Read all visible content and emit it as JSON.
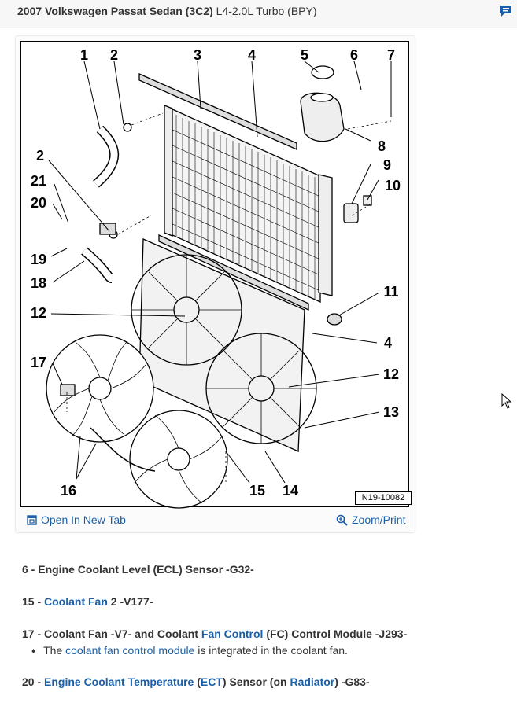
{
  "header": {
    "title_bold": "2007 Volkswagen Passat Sedan (3C2)",
    "title_rest": " L4-2.0L Turbo (BPY)",
    "chat_icon": "chat-bubble-icon"
  },
  "figure": {
    "code": "N19-10082",
    "callouts": [
      "1",
      "2",
      "3",
      "4",
      "5",
      "6",
      "7",
      "8",
      "2",
      "9",
      "10",
      "21",
      "20",
      "19",
      "18",
      "11",
      "12",
      "4",
      "17",
      "12",
      "13",
      "16",
      "15",
      "14"
    ],
    "open_tab_label": "Open In New Tab",
    "zoom_label": "Zoom/Print",
    "colors": {
      "link": "#1a5fa8",
      "line": "#000000"
    }
  },
  "notes": {
    "n6": {
      "text": "6 - Engine Coolant Level (ECL) Sensor -G32-"
    },
    "n15": {
      "prefix": "15 - ",
      "link": "Coolant Fan",
      "suffix": " 2 -V177-"
    },
    "n17": {
      "prefix": "17 - Coolant Fan -V7- and Coolant ",
      "link": "Fan Control",
      "suffix": " (FC) Control Module -J293-",
      "sub": {
        "prefix": "The ",
        "link": "coolant fan control module",
        "suffix": " is integrated in the coolant fan."
      }
    },
    "n20": {
      "prefix": "20 - ",
      "link1": "Engine Coolant Temperature",
      "mid1": " (",
      "link2": "ECT",
      "mid2": ") Sensor (on ",
      "link3": "Radiator",
      "suffix": ") -G83-"
    }
  }
}
